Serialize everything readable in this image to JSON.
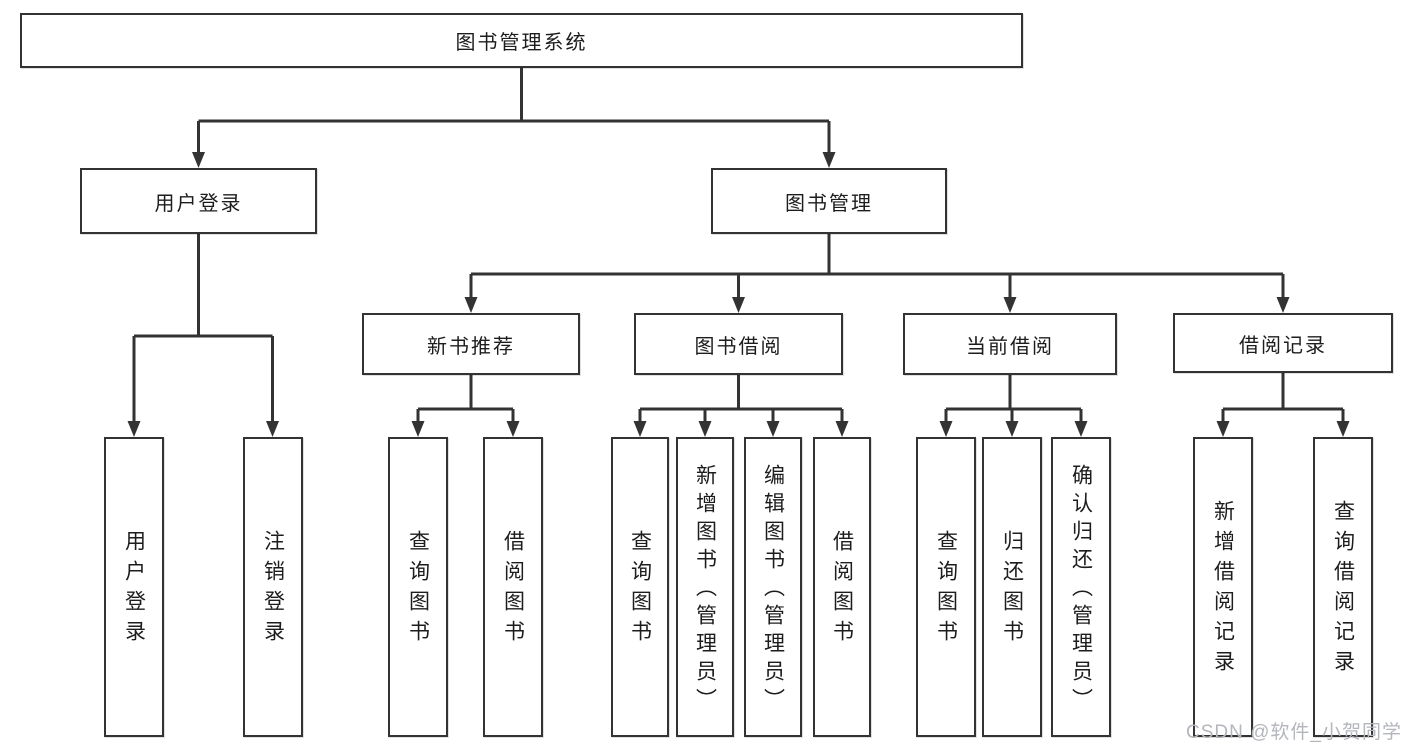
{
  "diagram": {
    "root": {
      "label": "图书管理系统"
    },
    "level2": [
      {
        "label": "用户登录"
      },
      {
        "label": "图书管理"
      }
    ],
    "level3": [
      {
        "label": "新书推荐"
      },
      {
        "label": "图书借阅"
      },
      {
        "label": "当前借阅"
      },
      {
        "label": "借阅记录"
      }
    ],
    "leaves": {
      "login": [
        "用户登录",
        "注销登录"
      ],
      "recommend": [
        "查询图书",
        "借阅图书"
      ],
      "borrow": [
        "查询图书",
        "新增图书（管理员）",
        "编辑图书（管理员）",
        "借阅图书"
      ],
      "current": [
        "查询图书",
        "归还图书",
        "确认归还（管理员）"
      ],
      "records": [
        "新增借阅记录",
        "查询借阅记录"
      ]
    }
  },
  "watermark": "CSDN @软件_小贺同学",
  "colors": {
    "line": "#333333",
    "text": "#1d1d1d",
    "watermark": "#b3b6bb",
    "background": "#ffffff"
  }
}
